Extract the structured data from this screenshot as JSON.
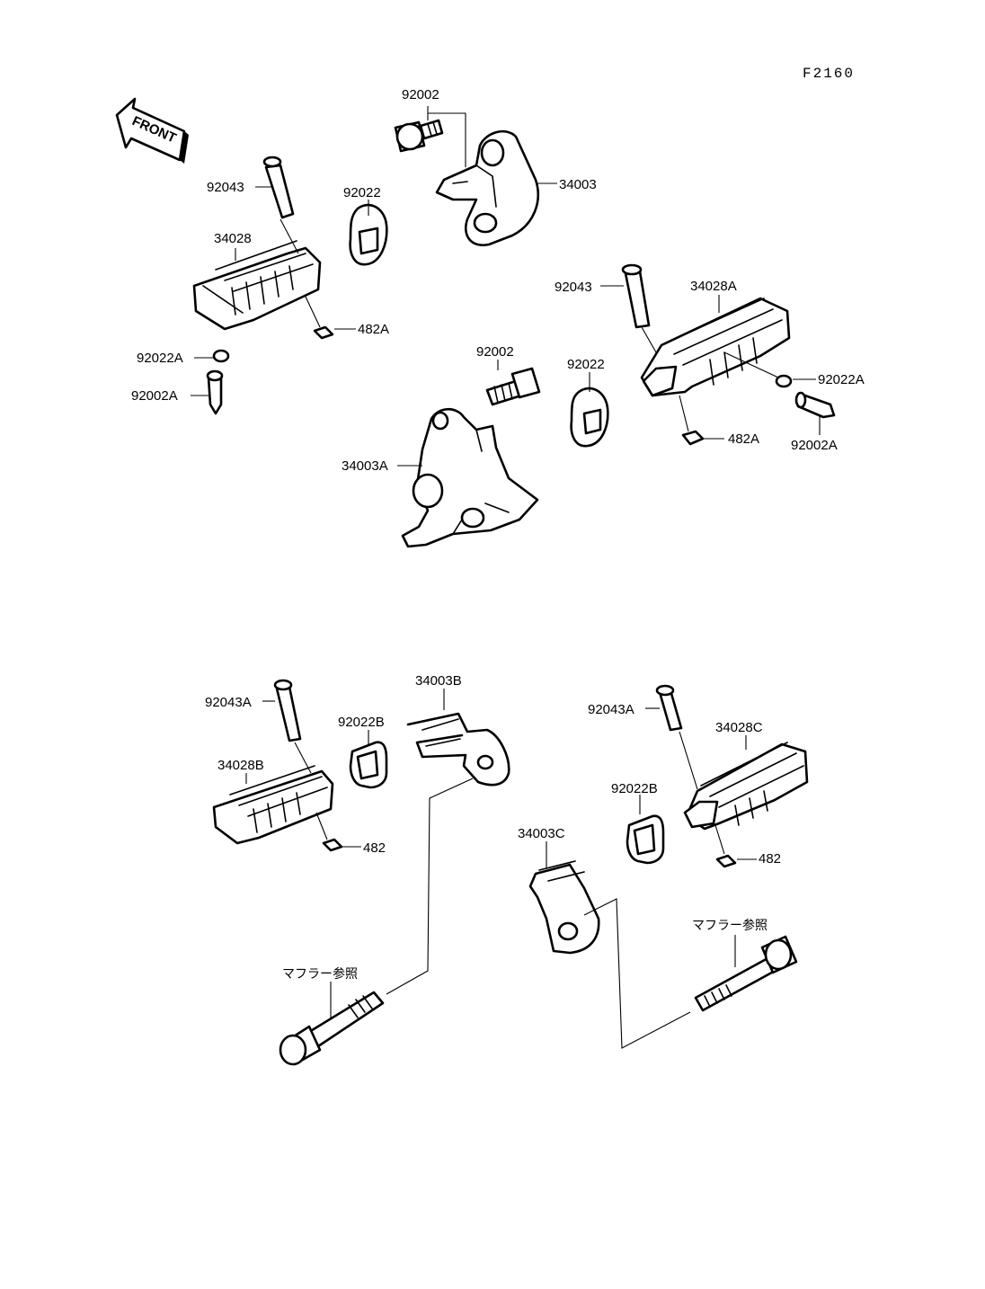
{
  "figure_code": "F2160",
  "front_arrow_label": "FRONT",
  "labels": {
    "l01": "92002",
    "l02": "92043",
    "l03": "92022",
    "l04": "34003",
    "l05": "34028",
    "l06": "482A",
    "l07": "92022A",
    "l08": "92002A",
    "l09": "92043",
    "l10": "34028A",
    "l11": "92002",
    "l12": "92022",
    "l13": "92022A",
    "l14": "482A",
    "l15": "92002A",
    "l16": "34003A",
    "l17": "92043A",
    "l18": "34003B",
    "l19": "92022B",
    "l20": "34028B",
    "l21": "482",
    "l22": "92043A",
    "l23": "34028C",
    "l24": "92022B",
    "l25": "34003C",
    "l26": "482",
    "l27": "マフラー参照",
    "l28": "マフラー参照"
  }
}
